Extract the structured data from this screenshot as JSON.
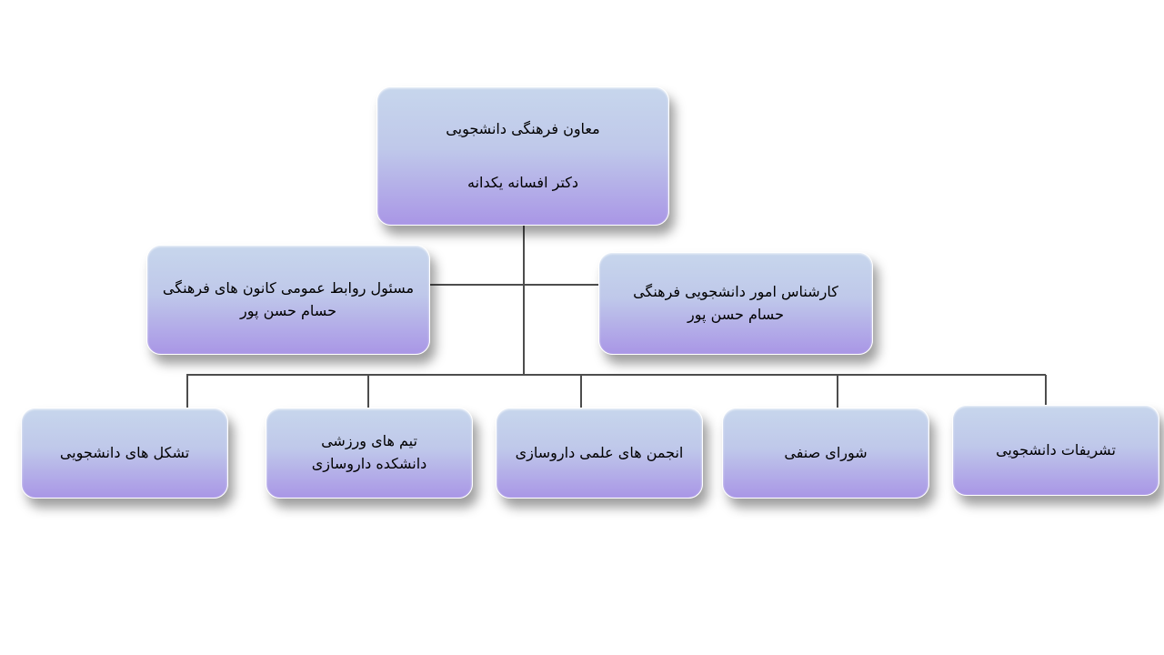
{
  "chart": {
    "root": {
      "line1": "معاون فرهنگی دانشجویی",
      "line2": "دکتر افسانه یکدانه"
    },
    "mid_left": {
      "line1": "مسئول روابط عمومی کانون های فرهنگی",
      "line2": "حسام حسن پور"
    },
    "mid_right": {
      "line1": "کارشناس امور دانشجویی فرهنگی",
      "line2": "حسام حسن پور"
    },
    "leaves": [
      {
        "line1": "تشکل های دانشجویی"
      },
      {
        "line1": "تیم های ورزشی",
        "line2": "دانشکده داروسازی"
      },
      {
        "line1": "انجمن های علمی داروسازی"
      },
      {
        "line1": "شورای صنفی"
      },
      {
        "line1": "تشریفات دانشجویی"
      }
    ]
  },
  "colors": {
    "box_top": "#c7d6ec",
    "box_bottom": "#a996e6",
    "connector": "#4d4d4d"
  }
}
